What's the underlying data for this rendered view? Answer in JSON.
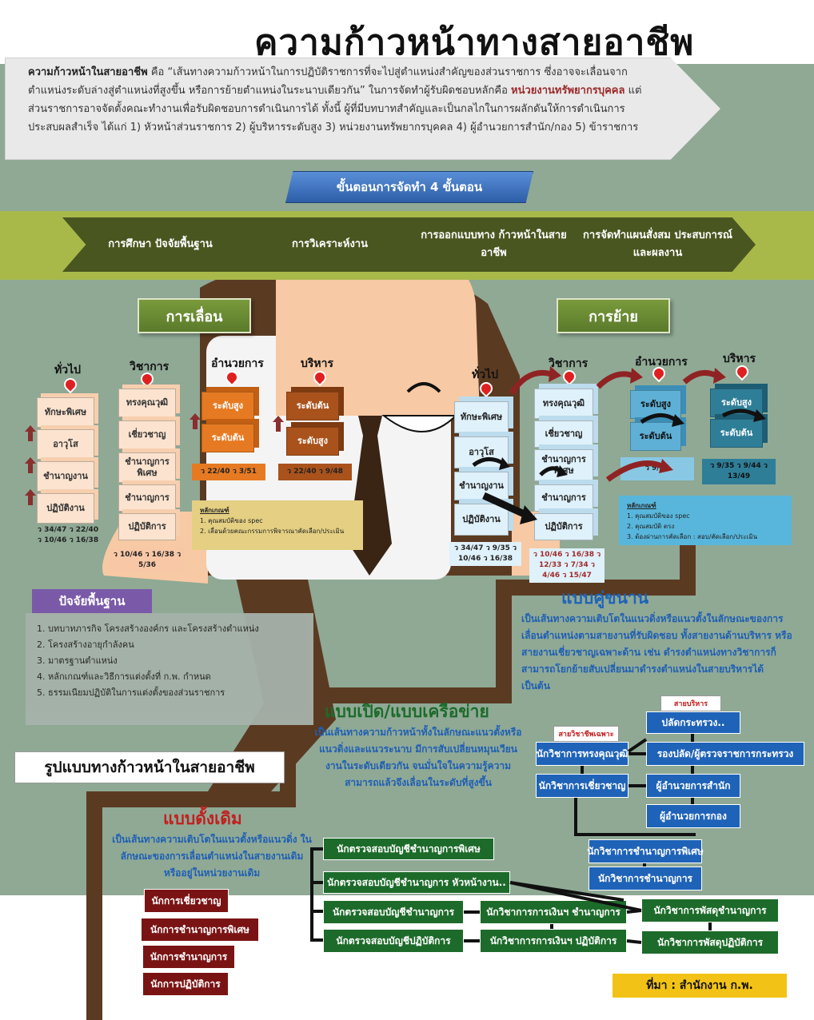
{
  "title": "ความก้าวหน้าทางสายอาชีพ",
  "intro": {
    "term": "ความก้าวหน้าในสายอาชีพ",
    "text1": " คือ “เส้นทางความก้าวหน้าในการปฏิบัติราชการที่จะไปสู่ตำแหน่งสำคัญของส่วนราชการ ซึ่งอาจจะเลื่อนจากตำแหน่งระดับล่างสู่ตำแหน่งที่สูงขึ้น หรือการย้ายตำแหน่งในระนาบเดียวกัน” ในการจัดทำผู้รับผิดชอบหลักคือ ",
    "highlight": "หน่วยงานทรัพยากรบุคคล",
    "text2": " แต่ส่วนราชการอาจจัดตั้งคณะทำงานเพื่อรับผิดชอบการดำเนินการได้ ทั้งนี้ ผู้ที่มีบทบาทสำคัญและเป็นกลไกในการผลักดันให้การดำเนินการประสบผลสำเร็จ ได้แก่ 1) หัวหน้าส่วนราชการ 2) ผู้บริหารระดับสูง 3) หน่วยงานทรัพยากรบุคคล 4) ผู้อำนวยการสำนัก/กอง 5) ข้าราชการ"
  },
  "steps": {
    "title": "ขั้นตอนการจัดทำ 4 ขั้นตอน",
    "items": [
      "การศึกษา ปัจจัยพื้นฐาน",
      "การวิเคราะห์งาน",
      "การออกแบบทาง ก้าวหน้าในสายอาชีพ",
      "การจัดทำแผนสั่งสม ประสบการณ์และผลงาน"
    ]
  },
  "promotion": {
    "label": "การเลื่อน",
    "columns": {
      "general": "ทั่วไป",
      "academic": "วิชาการ",
      "director": "อำนวยการ",
      "executive": "บริหาร"
    },
    "general_levels": [
      "ทักษะพิเศษ",
      "อาวุโส",
      "ชำนาญงาน",
      "ปฏิบัติงาน"
    ],
    "academic_levels": [
      "ทรงคุณวุฒิ",
      "เชี่ยวชาญ",
      "ชำนาญการ พิเศษ",
      "ชำนาญการ",
      "ปฏิบัติการ"
    ],
    "director_levels": [
      "ระดับสูง",
      "ระดับต้น"
    ],
    "executive_levels": [
      "ระดับต้น",
      "ระดับสูง"
    ],
    "ref_general": "ว 34/47 ว 22/40 ว 10/46 ว 16/38",
    "ref_academic": "ว 10/46 ว 16/38 ว 5/36",
    "ref_director": "ว 22/40 ว 3/51",
    "ref_executive": "ว 22/40 ว 9/48",
    "note_title": "หลักเกณฑ์",
    "note_lines": [
      "1. คุณสมบัติของ spec",
      "2. เลื่อนด้วยคณะกรรมการพิจารณาคัดเลือก/ประเมิน"
    ]
  },
  "transfer": {
    "label": "การย้าย",
    "columns": {
      "general": "ทั่วไป",
      "academic": "วิชาการ",
      "director": "อำนวยการ",
      "executive": "บริหาร"
    },
    "general_levels": [
      "ทักษะพิเศษ",
      "อาวุโส",
      "ชำนาญงาน",
      "ปฏิบัติงาน"
    ],
    "academic_levels": [
      "ทรงคุณวุฒิ",
      "เชี่ยวชาญ",
      "ชำนาญการ พิเศษ",
      "ชำนาญการ",
      "ปฏิบัติการ"
    ],
    "director_levels": [
      "ระดับสูง",
      "ระดับต้น"
    ],
    "executive_levels": [
      "ระดับสูง",
      "ระดับต้น"
    ],
    "ref_general": "ว 34/47 ว 9/35 ว 10/46 ว 16/38",
    "ref_academic": "ว 10/46 ว 16/38 ว 12/33 ว 7/34 ว 4/46 ว 15/47",
    "ref_director": "ว 9/35",
    "ref_executive": "ว 9/35 ว 9/44 ว 13/49",
    "note_title": "หลักเกณฑ์",
    "note_lines": [
      "1. คุณสมบัติของ spec",
      "2. คุณสมบัติ ตรง",
      "3. ต้องผ่านการคัดเลือก : สอบ/คัดเลือก/ประเมิน"
    ]
  },
  "factors": {
    "title": "ปัจจัยพื้นฐาน",
    "items": [
      "บทบาทภารกิจ โครงสร้างองค์กร และโครงสร้างตำแหน่ง",
      "โครงสร้างอายุกำลังคน",
      "มาตรฐานตำแหน่ง",
      "หลักเกณฑ์และวิธีการแต่งตั้งที่ ก.พ. กำหนด",
      "ธรรมเนียมปฏิบัติในการแต่งตั้งของส่วนราชการ"
    ]
  },
  "pattern_title": "รูปแบบทางก้าวหน้าในสายอาชีพ",
  "parallel": {
    "title": "แบบคู่ขนาน",
    "desc": "เป็นเส้นทางความเติบโตในแนวดิ่งหรือแนวตั้งในลักษณะของการเลื่อนตำแหน่งตามสายงานที่รับผิดชอบ ทั้งสายงานด้านบริหาร หรือสายงานเชี่ยวชาญเฉพาะด้าน เช่น ดำรงตำแหน่งทางวิชาการก็สามารถโยกย้ายสับเปลี่ยนมาดำรงตำแหน่งในสายบริหารได้ เป็นต้น",
    "tag_exec": "สายบริหาร",
    "tag_spec": "สายวิชาชีพเฉพาะ",
    "boxes": {
      "permanent_sec": "ปลัดกระทรวง..",
      "deputy": "รองปลัด/ผู้ตรวจราชการกระทรวง",
      "expert_senior": "นักวิชาการทรงคุณวุฒิ",
      "expert": "นักวิชาการเชี่ยวชาญ",
      "office_dir": "ผู้อำนวยการสำนัก",
      "div_dir": "ผู้อำนวยการกอง",
      "prof_special": "นักวิชาการชำนาญการพิเศษ",
      "prof": "นักวิชาการชำนาญการ"
    }
  },
  "network": {
    "title": "แบบเปิด/แบบเครือข่าย",
    "desc": "เป็นเส้นทางความก้าวหน้าทั้งในลักษณะแนวตั้งหรือแนวดิ่งและแนวระนาบ มีการสับเปลี่ยนหมุนเวียนงานในระดับเดียวกัน จนมั่นใจในความรู้ความสามารถแล้วจึงเลื่อนในระดับที่สูงขึ้น",
    "boxes": {
      "audit_special": "นักตรวจสอบบัญชีชำนาญการพิเศษ",
      "audit_head": "นักตรวจสอบบัญชีชำนาญการ หัวหน้างาน..",
      "audit_prof": "นักตรวจสอบบัญชีชำนาญการ",
      "audit_op": "นักตรวจสอบบัญชีปฏิบัติการ",
      "fin_prof": "นักวิชาการการเงินฯ ชำนาญการ",
      "fin_op": "นักวิชาการการเงินฯ ปฏิบัติการ",
      "supply_prof": "นักวิชาการพัสดุชำนาญการ",
      "supply_op": "นักวิชาการพัสดุปฏิบัติการ"
    }
  },
  "traditional": {
    "title": "แบบดั้งเดิม",
    "desc": "เป็นเส้นทางความเติบโตในแนวตั้งหรือแนวดิ่ง ในลักษณะของการเลื่อนตำแหน่งในสายงานเดิมหรืออยู่ในหน่วยงานเดิม",
    "boxes": [
      "นักการเชี่ยวชาญ",
      "นักการชำนาญการพิเศษ",
      "นักการชำนาญการ",
      "นักการปฏิบัติการ"
    ]
  },
  "source": "ที่มา : สำนักงาน ก.พ.",
  "colors": {
    "background": "#8fa995",
    "stairs": "#5b3a22",
    "steps_band": "#a8b94a",
    "title_blue": "#2d5ea8",
    "maroon": "#7a1414",
    "blue_box": "#1f63b8",
    "green_box": "#1d6b2a",
    "source_bg": "#f2c316"
  },
  "icons": [
    "map-pin-icon",
    "up-arrow-icon",
    "curved-arrow-icon",
    "person-illustration"
  ]
}
